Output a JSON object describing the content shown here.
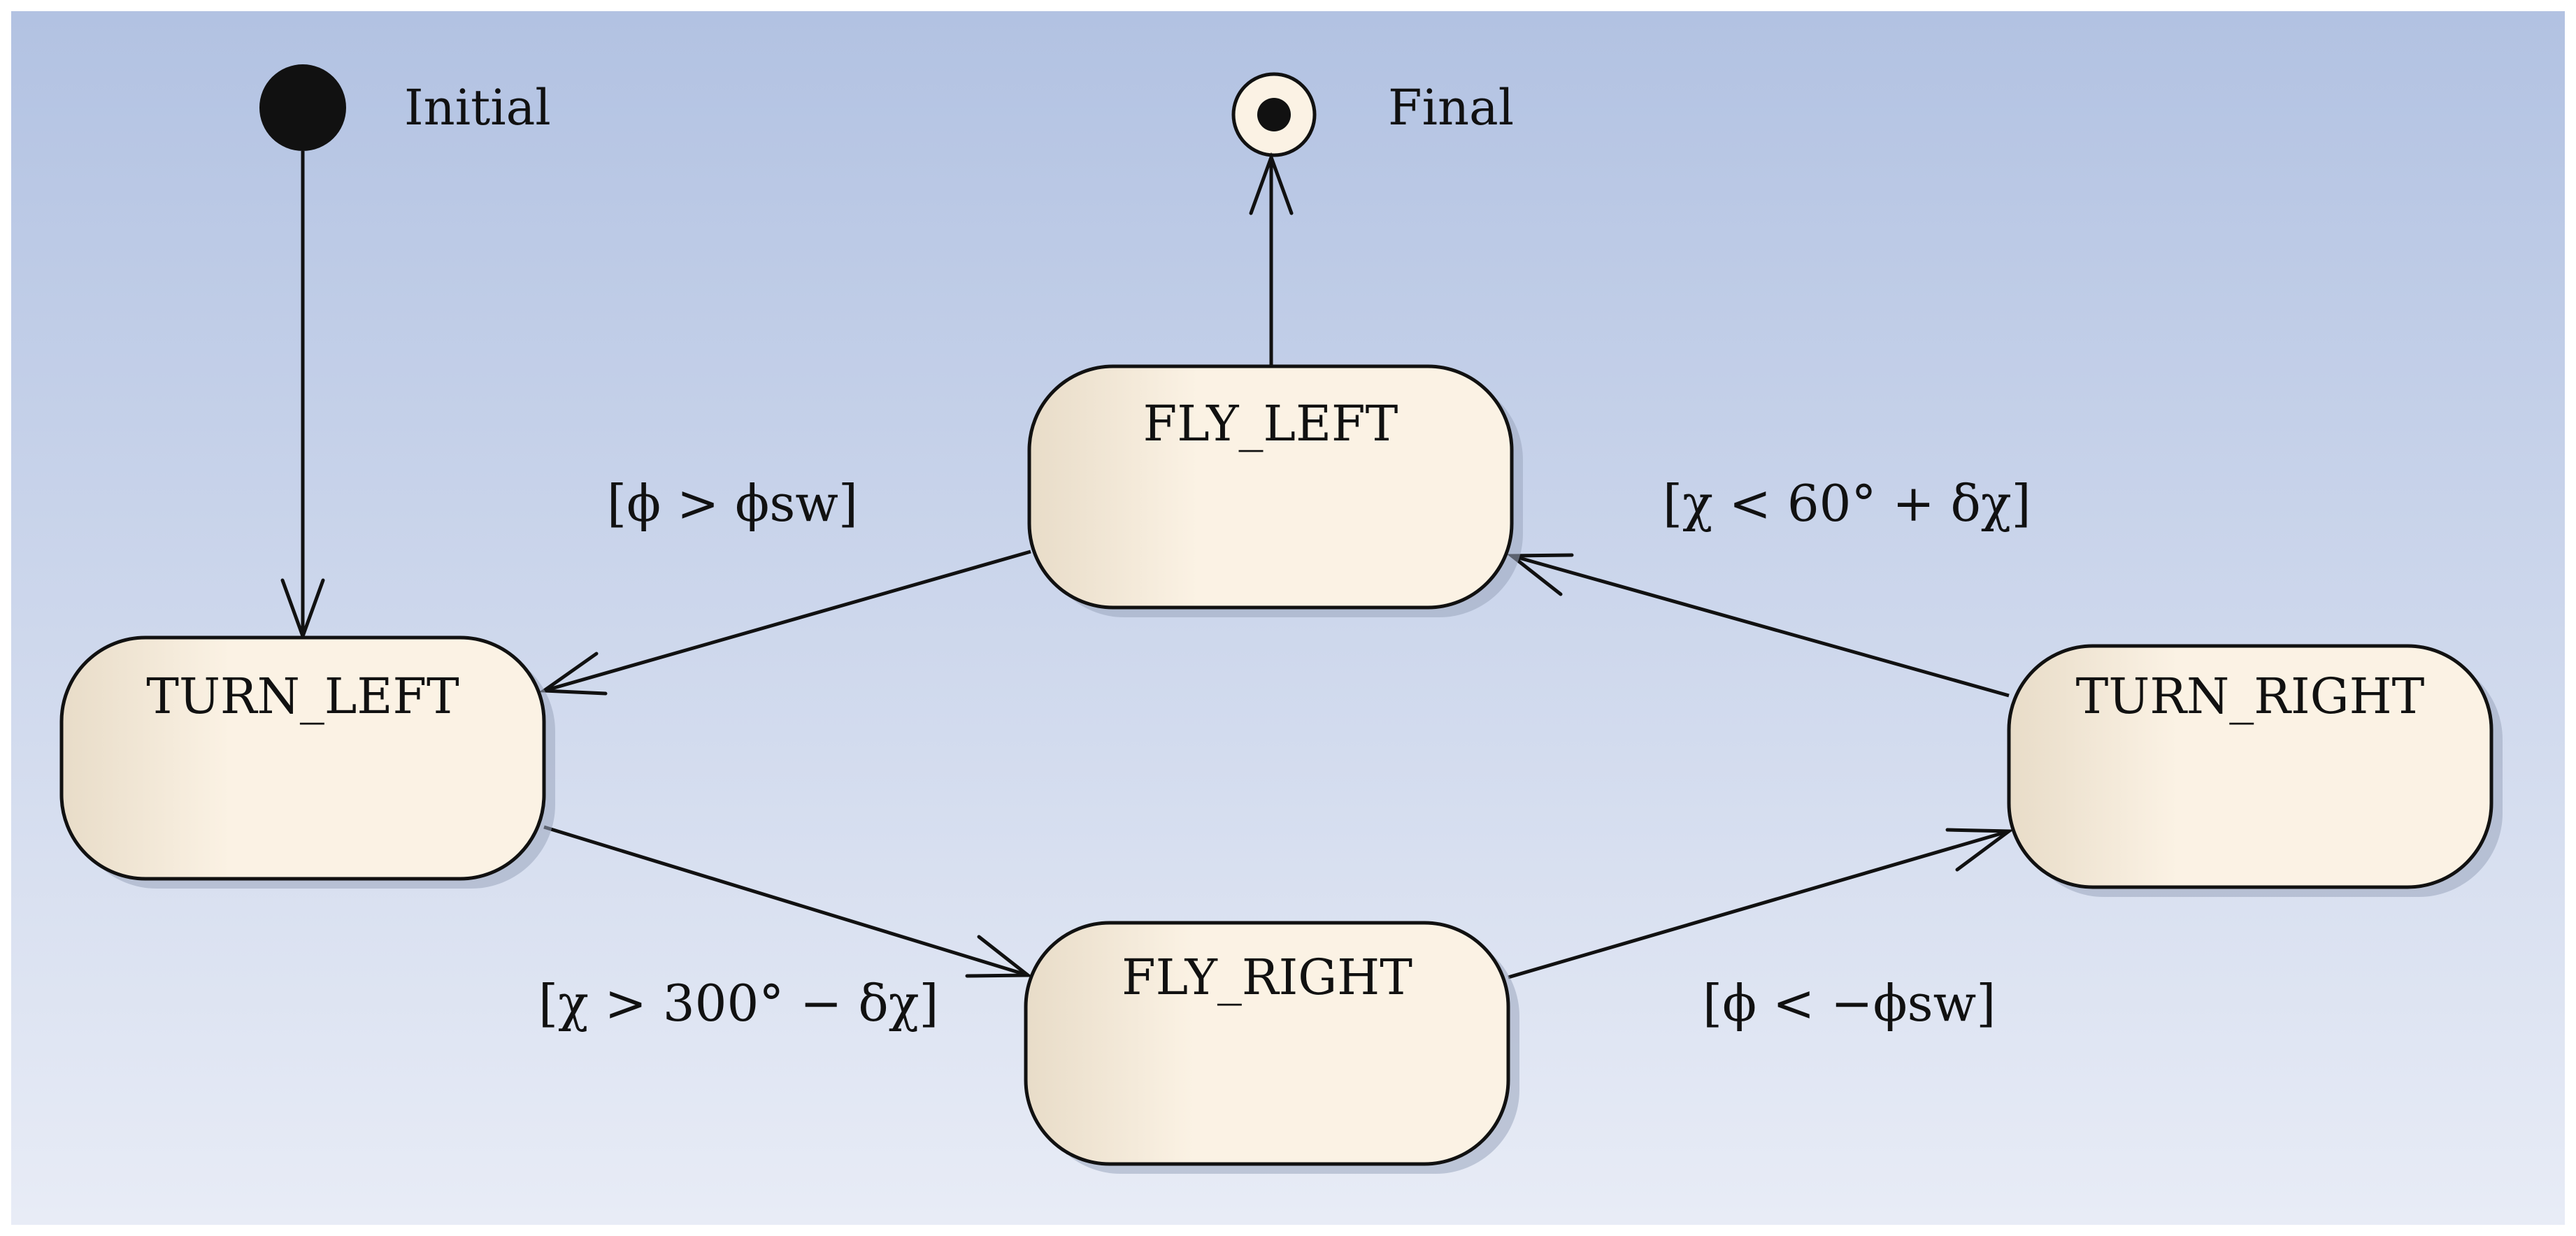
{
  "diagram": {
    "type": "state-machine",
    "initial": {
      "label": "Initial"
    },
    "final": {
      "label": "Final"
    },
    "states": [
      {
        "id": "fly_left",
        "label": "FLY_LEFT"
      },
      {
        "id": "turn_left",
        "label": "TURN_LEFT"
      },
      {
        "id": "turn_right",
        "label": "TURN_RIGHT"
      },
      {
        "id": "fly_right",
        "label": "FLY_RIGHT"
      }
    ],
    "transitions": [
      {
        "from": "initial",
        "to": "turn_left",
        "guard": ""
      },
      {
        "from": "fly_left",
        "to": "final",
        "guard": ""
      },
      {
        "from": "fly_left",
        "to": "turn_left",
        "guard": "[ϕ > ϕsw]"
      },
      {
        "from": "turn_right",
        "to": "fly_left",
        "guard": "[χ < 60° + δχ]"
      },
      {
        "from": "turn_left",
        "to": "fly_right",
        "guard": "[χ > 300° − δχ]"
      },
      {
        "from": "fly_right",
        "to": "turn_right",
        "guard": "[ϕ < −ϕsw]"
      }
    ]
  },
  "colors": {
    "background_top": "#b2c2e2",
    "background_bottom": "#e8ecf6",
    "state_fill_left": "#e8dcc8",
    "state_fill_right": "#fbf2e4",
    "stroke": "#111111",
    "shadow": "#9aa6be"
  }
}
